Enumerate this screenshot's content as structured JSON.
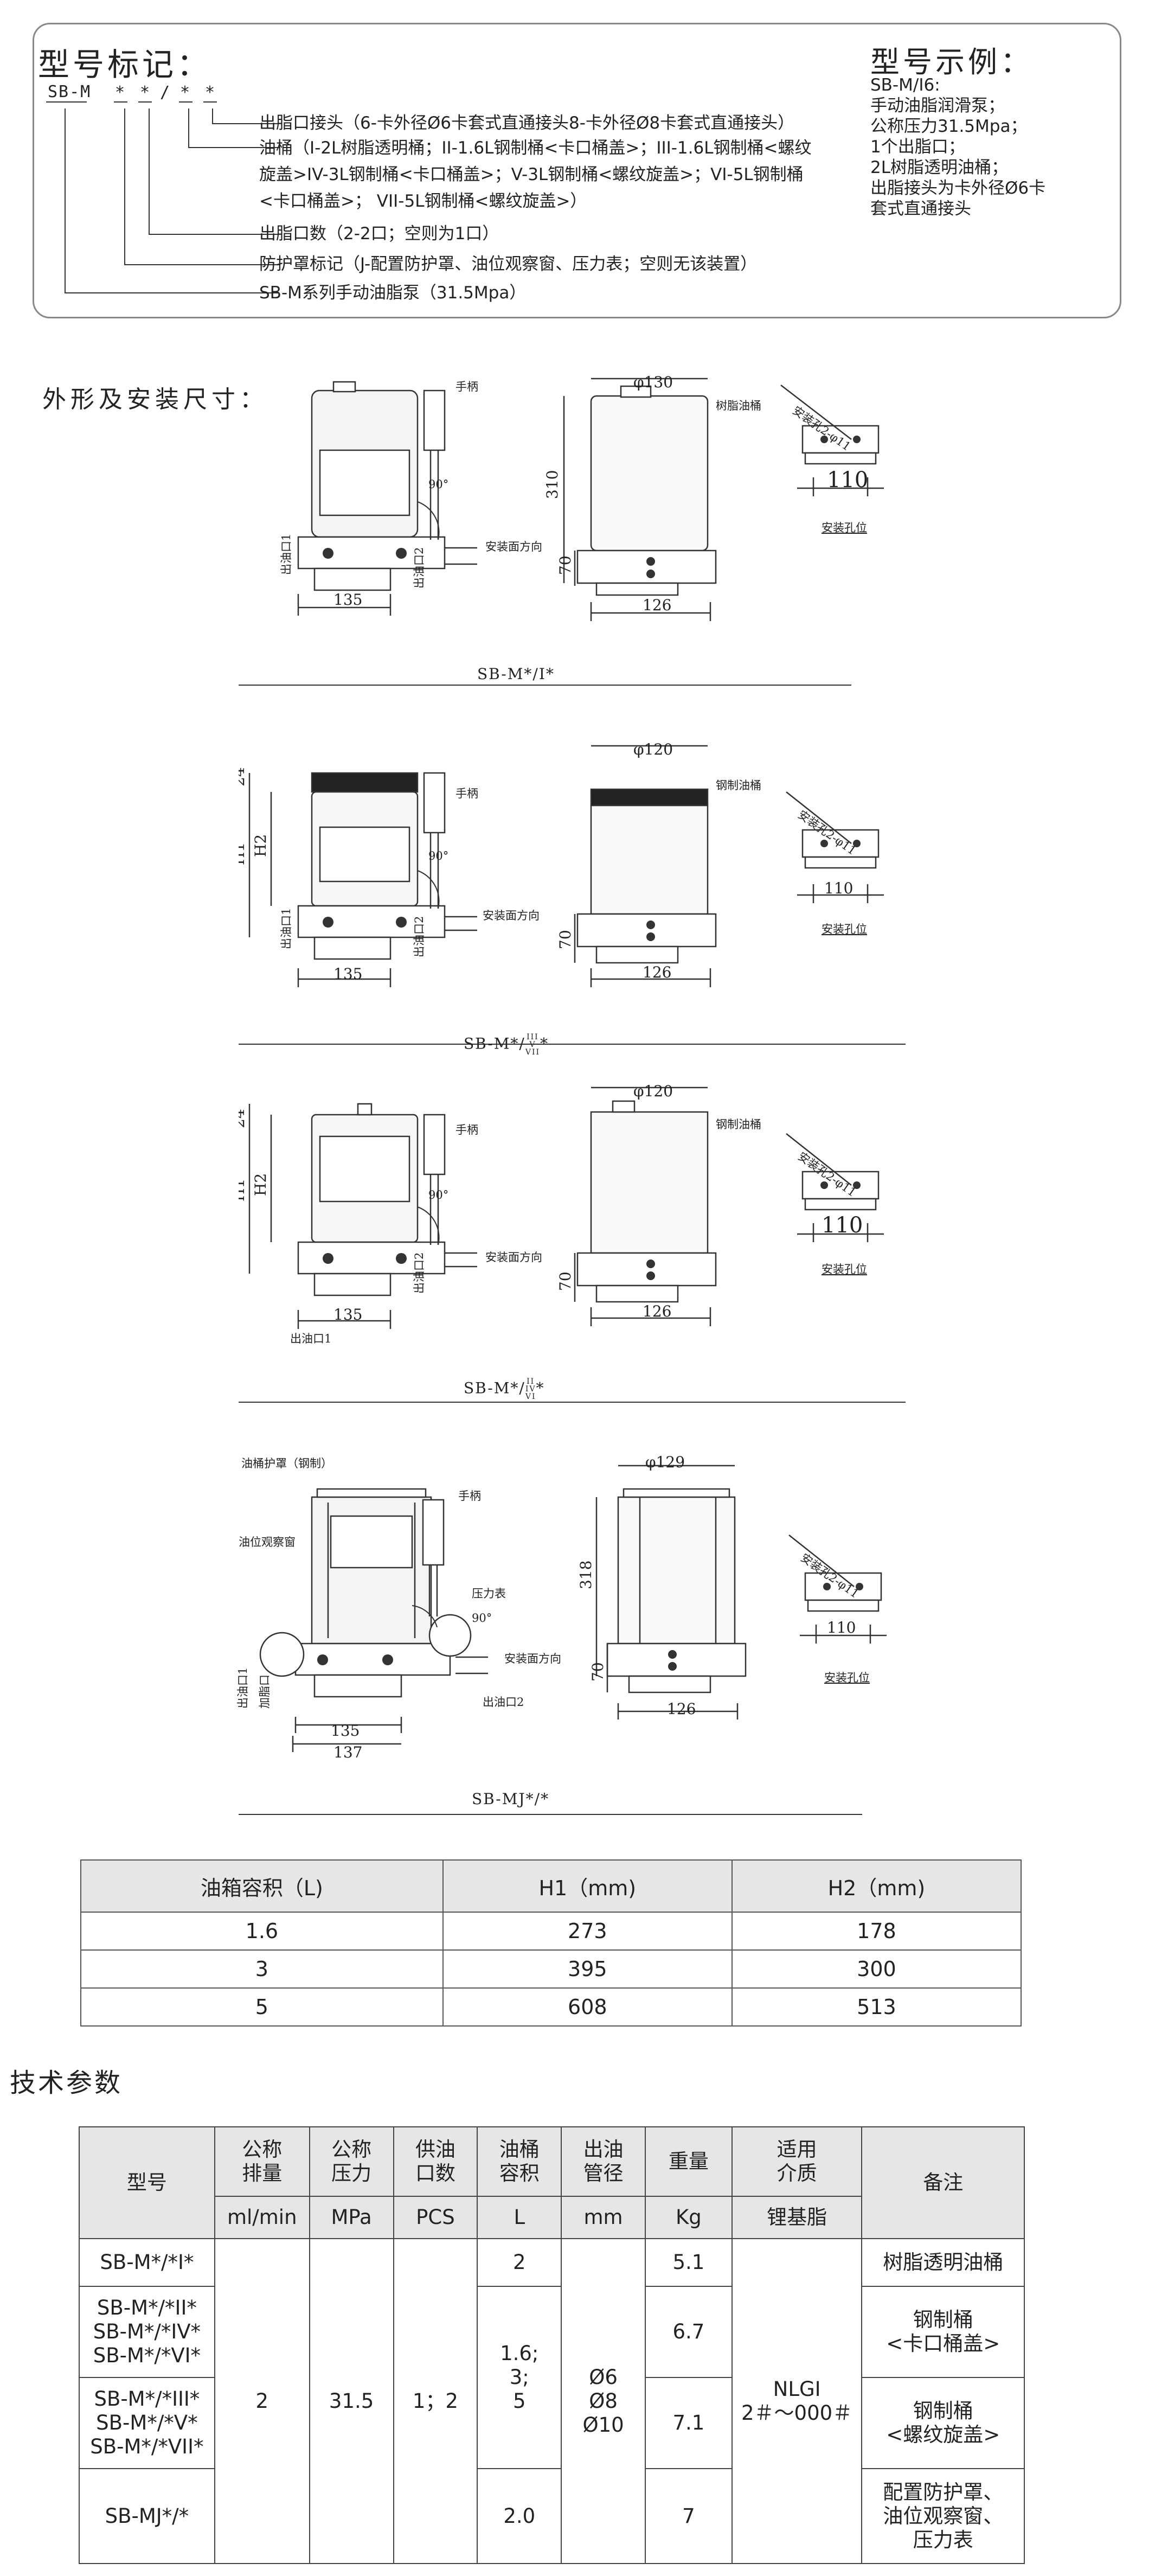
{
  "model_section": {
    "title": "型号标记：",
    "code_base": "SB-M",
    "code_slots": "*  * / *  *",
    "legend": [
      "出脂口接头（6-卡外径Ø6卡套式直通接头8-卡外径Ø8卡套式直通接头）",
      "油桶（I-2L树脂透明桶；II-1.6L钢制桶<卡口桶盖>；III-1.6L钢制桶<螺纹",
      "旋盖>IV-3L钢制桶<卡口桶盖>；V-3L钢制桶<螺纹旋盖>；VI-5L钢制桶",
      "<卡口桶盖>；   VII-5L钢制桶<螺纹旋盖>）",
      "出脂口数（2-2口；空则为1口）",
      "防护罩标记（J-配置防护罩、油位观察窗、压力表；空则无该装置）",
      "SB-M系列手动油脂泵（31.5Mpa）"
    ],
    "example_title": "型号示例：",
    "example_lines": [
      "SB-M/I6:",
      "手动油脂润滑泵；",
      "公称压力31.5Mpa；",
      "1个出脂口；",
      "2L树脂透明油桶；",
      "出脂接头为卡外径Ø6卡",
      "套式直通接头"
    ]
  },
  "dims_section": {
    "title": "外形及安装尺寸："
  },
  "drawings": [
    {
      "caption": "SB-M*/I*",
      "handle": "手柄",
      "tank": "树脂油桶",
      "angle": "90°",
      "direction": "安装面方向",
      "outlet1": "出油口1",
      "outlet2": "出油口2",
      "width_front": "135",
      "width_side": "126",
      "diameter": "φ130",
      "height_total": "310",
      "height_base": "70",
      "hole_label": "安装孔2-φ11",
      "hole_spacing": "110",
      "hole_caption": "安装孔位"
    },
    {
      "caption": "SB-M*/",
      "caption_sup": "III",
      "caption_mid": "V",
      "caption_sub": "VII",
      "handle": "手柄",
      "tank": "钢制油桶",
      "angle": "90°",
      "direction": "安装面方向",
      "outlet1": "出油口1",
      "outlet2": "出油口2",
      "width_front": "135",
      "width_side": "126",
      "diameter": "φ120",
      "h_top": "24",
      "h1": "H1",
      "h2": "H2",
      "height_base": "70",
      "hole_label": "安装孔2-φ11",
      "hole_spacing": "110",
      "hole_caption": "安装孔位"
    },
    {
      "caption": "SB-M*/",
      "caption_sup": "II",
      "caption_mid": "IV",
      "caption_sub": "VI",
      "handle": "手柄",
      "tank": "钢制油桶",
      "angle": "90°",
      "direction": "安装面方向",
      "outlet1": "出油口1",
      "outlet2": "出油口2",
      "width_front": "135",
      "width_side": "126",
      "diameter": "φ120",
      "h_top": "24",
      "h1": "H1",
      "h2": "H2",
      "height_base": "70",
      "hole_label": "安装孔2-φ11",
      "hole_spacing": "110",
      "hole_caption": "安装孔位"
    },
    {
      "caption": "SB-MJ*/*",
      "guard": "油桶护罩（钢制）",
      "window": "油位观察窗",
      "handle": "手柄",
      "gauge": "压力表",
      "fill": "加脂口",
      "angle": "90°",
      "direction": "安装面方向",
      "outlet1": "出油口1",
      "outlet2": "出油口2",
      "width_front": "135",
      "width_front2": "137",
      "width_side": "126",
      "diameter": "φ129",
      "height_total": "318",
      "height_base": "70",
      "hole_label": "安装孔2-φ11",
      "hole_spacing": "110",
      "hole_caption": "安装孔位"
    }
  ],
  "capacity_table": {
    "headers": [
      "油箱容积（L)",
      "H1（mm)",
      "H2（mm)"
    ],
    "rows": [
      [
        "1.6",
        "273",
        "178"
      ],
      [
        "3",
        "395",
        "300"
      ],
      [
        "5",
        "608",
        "513"
      ]
    ]
  },
  "tech_section": {
    "title": "技术参数"
  },
  "tech_table": {
    "h_model": "型号",
    "h_disp": "公称\n排量",
    "h_press": "公称\n压力",
    "h_ports": "供油\n口数",
    "h_vol": "油桶\n容积",
    "h_pipe": "出油\n管径",
    "h_weight": "重量",
    "h_media": "适用\n介质",
    "h_note": "备注",
    "u_disp": "ml/min",
    "u_press": "MPa",
    "u_ports": "PCS",
    "u_vol": "L",
    "u_pipe": "mm",
    "u_weight": "Kg",
    "u_media": "锂基脂",
    "r1_model": "SB-M*/*I*",
    "r2_model": "SB-M*/*II*\nSB-M*/*IV*\nSB-M*/*VI*",
    "r3_model": "SB-M*/*III*\nSB-M*/*V*\nSB-M*/*VII*",
    "r4_model": "SB-MJ*/*",
    "disp": "2",
    "press": "31.5",
    "ports": "1；2",
    "r1_vol": "2",
    "r23_vol": "1.6;\n3;\n5",
    "r4_vol": "2.0",
    "pipe": "Ø6\nØ8\nØ10",
    "r1_weight": "5.1",
    "r2_weight": "6.7",
    "r3_weight": "7.1",
    "r4_weight": "7",
    "media": "NLGI\n2＃～000＃",
    "r1_note": "树脂透明油桶",
    "r2_note": "钢制桶\n<卡口桶盖>",
    "r3_note": "钢制桶\n<螺纹旋盖>",
    "r4_note": "配置防护罩、\n油位观察窗、\n压力表"
  }
}
